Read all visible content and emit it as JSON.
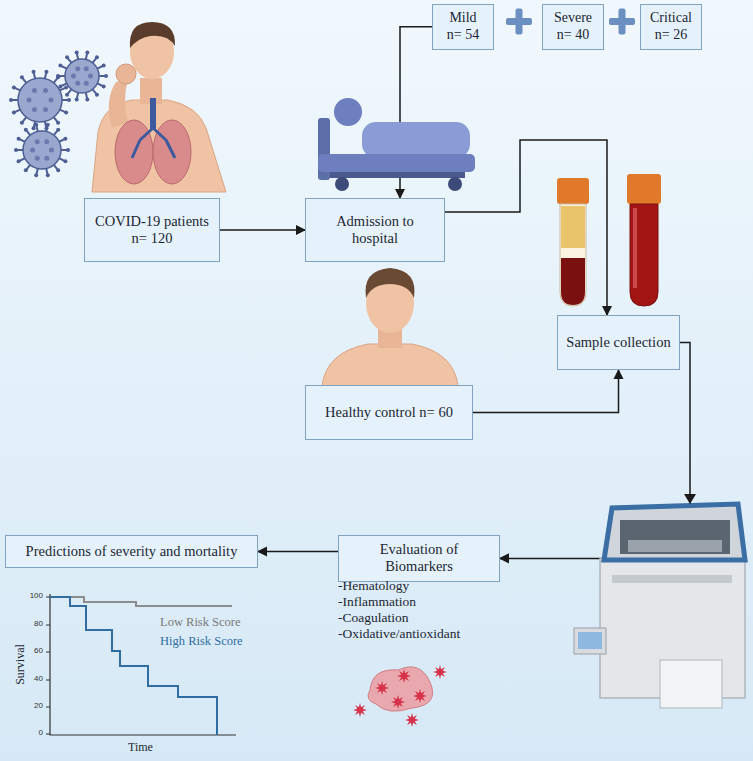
{
  "diagram": {
    "nodes": [
      {
        "text": [
          "COVID-19 patients n= 120"
        ]
      },
      {
        "text": [
          "Admission to hospital"
        ]
      },
      {
        "text": [
          "Mild n= 54"
        ]
      },
      {
        "text": [
          "Severe n= 40"
        ]
      },
      {
        "text": [
          "Critical n= 26"
        ]
      },
      {
        "text": [
          "Healthy control n= 60"
        ]
      },
      {
        "text": [
          "Sample collection"
        ]
      },
      {
        "text": [
          "Evaluation of Biomarkers"
        ]
      },
      {
        "text": [
          "Predictions of severity and mortality"
        ]
      }
    ],
    "edges": [
      {
        "from": 0,
        "to": 1,
        "arrow": "to"
      },
      {
        "from": 2,
        "to": 1,
        "arrow": "to"
      },
      {
        "from": 1,
        "to": 6,
        "arrow": "to"
      },
      {
        "from": 5,
        "to": 6,
        "arrow": "to"
      },
      {
        "from": 6,
        "to": 7,
        "arrow": "to"
      },
      {
        "from": 7,
        "to": 8,
        "arrow": "to"
      }
    ],
    "labels": [
      "-Hematology",
      "-Inflammation",
      "-Coagulation",
      "-Oxidative/antioxidant",
      "100",
      "80",
      "60",
      "40",
      "20",
      "0",
      "Low Risk Score",
      "High Risk Score",
      "Survival",
      "Time"
    ]
  }
}
